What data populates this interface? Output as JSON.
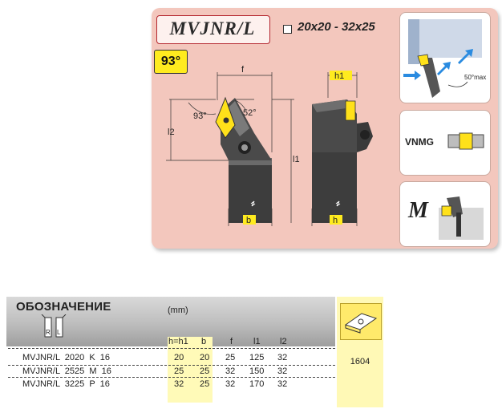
{
  "header": {
    "code": "MVJNR/L",
    "shank_range": "20x20 - 32x25",
    "angle_badge": "93°"
  },
  "drawing": {
    "labels": {
      "f": "f",
      "l2": "l2",
      "l1": "l1",
      "h1": "h1",
      "b": "b",
      "h": "h",
      "angle_a": "93°",
      "angle_b": "52°"
    }
  },
  "panels": {
    "cutting_angle": "50°max",
    "insert_shape": "VNMG",
    "clamp_system": "M"
  },
  "table": {
    "designation_label": "ОБОЗНАЧЕНИЕ",
    "unit": "(mm)",
    "hand_labels": [
      "R",
      "L"
    ],
    "columns": [
      "h=h1",
      "b",
      "f",
      "l1",
      "l2"
    ],
    "rows": [
      {
        "code": "MVJNR/L  2020  K  16",
        "h": "20",
        "b": "20",
        "f": "25",
        "l1": "125",
        "l2": "32"
      },
      {
        "code": "MVJNR/L  2525  M  16",
        "h": "25",
        "b": "25",
        "f": "32",
        "l1": "150",
        "l2": "32"
      },
      {
        "code": "MVJNR/L  3225  P  16",
        "h": "32",
        "b": "25",
        "f": "32",
        "l1": "170",
        "l2": "32"
      }
    ],
    "insert_code": "1604"
  },
  "colors": {
    "card": "#f3c7bd",
    "accent_red": "#b4262e",
    "insert_yellow": "#ffeb1f",
    "table_yellow": "#fffab8"
  }
}
